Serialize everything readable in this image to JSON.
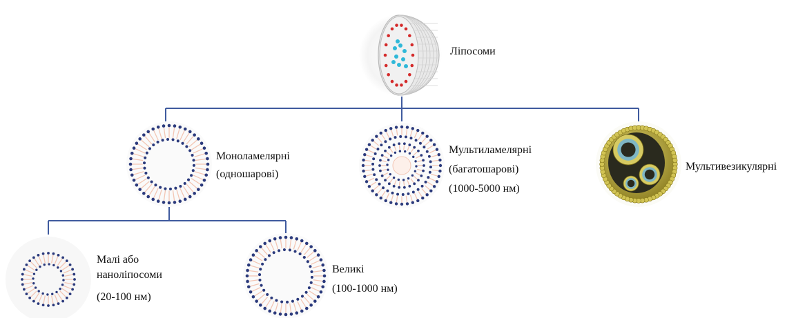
{
  "diagram": {
    "colors": {
      "connector": "#3f5a9e",
      "head": "#2b3a7c",
      "tail": "#f3c6b4",
      "cell_gray": "#b9b9b9",
      "drug_red": "#d42a2a",
      "drug_cyan": "#2fb8d8",
      "multivesicular_fill": "#c9b84a",
      "multivesicular_core": "#2a2a1e"
    },
    "nodes": {
      "root": {
        "label": "Ліпосоми",
        "icon": "liposome-cross-section-icon"
      },
      "unilamellar": {
        "lines": [
          "Моноламелярні",
          "(одношарові)"
        ],
        "icon": "unilamellar-vesicle-icon"
      },
      "multilamellar": {
        "lines": [
          "Мультиламелярні",
          "(багатошарові)",
          "(1000-5000 нм)"
        ],
        "icon": "multilamellar-vesicle-icon"
      },
      "multivesicular": {
        "label": "Мультивезикулярні",
        "icon": "multivesicular-vesicle-icon"
      },
      "small": {
        "lines": [
          "Малі або",
          "наноліпосоми",
          "(20-100 нм)"
        ],
        "icon": "small-vesicle-icon"
      },
      "large": {
        "lines": [
          "Великі",
          "(100-1000 нм)"
        ],
        "icon": "large-vesicle-icon"
      }
    }
  }
}
